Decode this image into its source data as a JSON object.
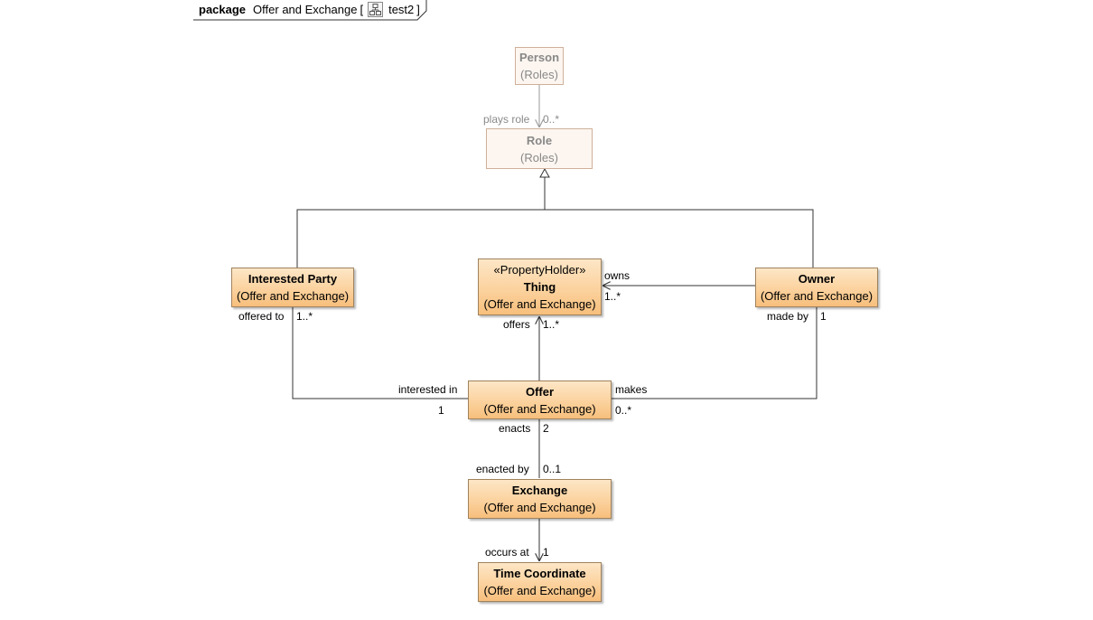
{
  "frame": {
    "keyword": "package",
    "name": "Offer and Exchange",
    "open_bracket": "[",
    "diagram_name": "test2",
    "close_bracket": "]",
    "icon": "class-diagram-icon"
  },
  "classes": {
    "person": {
      "name": "Person",
      "package": "(Roles)"
    },
    "role": {
      "name": "Role",
      "package": "(Roles)"
    },
    "interested_party": {
      "name": "Interested Party",
      "package": "(Offer and Exchange)"
    },
    "thing": {
      "stereotype": "«PropertyHolder»",
      "name": "Thing",
      "package": "(Offer and Exchange)"
    },
    "owner": {
      "name": "Owner",
      "package": "(Offer and Exchange)"
    },
    "offer": {
      "name": "Offer",
      "package": "(Offer and Exchange)"
    },
    "exchange": {
      "name": "Exchange",
      "package": "(Offer and Exchange)"
    },
    "time_coordinate": {
      "name": "Time Coordinate",
      "package": "(Offer and Exchange)"
    }
  },
  "labels": {
    "plays_role": "plays role",
    "plays_role_mult": "0..*",
    "owns": "owns",
    "owns_mult": "1..*",
    "offered_to": "offered to",
    "offered_to_mult": "1..*",
    "offers": "offers",
    "offers_mult": "1..*",
    "made_by": "made by",
    "made_by_mult": "1",
    "interested_in": "interested in",
    "interested_in_mult": "1",
    "makes": "makes",
    "makes_mult": "0..*",
    "enacts": "enacts",
    "enacts_mult": "2",
    "enacted_by": "enacted by",
    "enacted_by_mult": "0..1",
    "occurs_at": "occurs at",
    "occurs_at_mult": "1"
  },
  "colors": {
    "class_fill": "#fbd29e",
    "class_border": "#a0835e",
    "faded_fill": "#fdf6f0",
    "faded_text": "#888888"
  }
}
